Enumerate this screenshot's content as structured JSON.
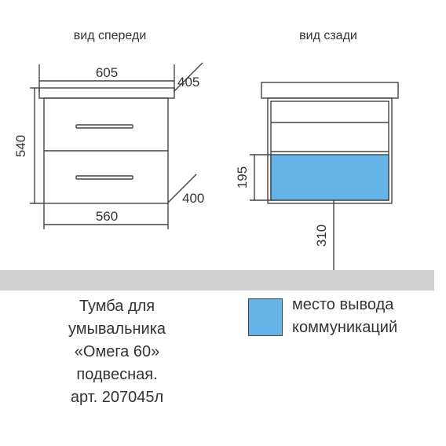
{
  "views": {
    "front_title": "вид спереди",
    "back_title": "вид сзади"
  },
  "dimensions": {
    "top_width": "605",
    "top_depth": "405",
    "height": "540",
    "bottom_width": "560",
    "bottom_depth": "400",
    "zone_height": "195",
    "floor_gap": "310"
  },
  "caption": {
    "line1": "Тумба для",
    "line2": "умывальника",
    "line3": "«Омега 60»",
    "line4": "подвесная.",
    "line5": "арт. 207045л"
  },
  "legend": {
    "line1": "место вывода",
    "line2": "коммуникаций"
  },
  "colors": {
    "utility_zone": "#64b4ea",
    "floor_band": "#d0d0d0",
    "lines": "#444444"
  }
}
